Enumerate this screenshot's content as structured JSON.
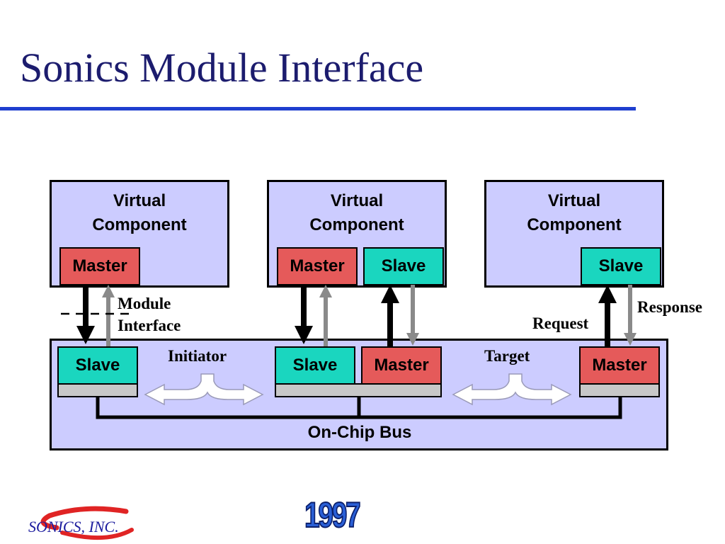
{
  "title": "Sonics Module Interface",
  "components": [
    {
      "label": "Virtual\nComponent",
      "ports": [
        "Master"
      ]
    },
    {
      "label": "Virtual\nComponent",
      "ports": [
        "Master",
        "Slave"
      ]
    },
    {
      "label": "Virtual\nComponent",
      "ports": [
        "Slave"
      ]
    }
  ],
  "bus_ports": [
    "Slave",
    "Slave",
    "Master",
    "Master"
  ],
  "bus_label": "On-Chip Bus",
  "labels": {
    "module_interface": "Module\nInterface",
    "initiator": "Initiator",
    "target": "Target",
    "request": "Request",
    "response": "Response"
  },
  "footer": {
    "logo_text": "SONICS, INC.",
    "year": "1997"
  },
  "colors": {
    "title_text": "#1c1c6e",
    "title_rule": "#1f3fcf",
    "component_fill": "#ccccff",
    "master_fill": "#e55a5a",
    "slave_fill": "#1ad6bf",
    "request_arrow": "#000000",
    "response_arrow": "#8a8a8a",
    "year_fill": "#2a5fd6",
    "logo_swoosh": "#e02424"
  }
}
